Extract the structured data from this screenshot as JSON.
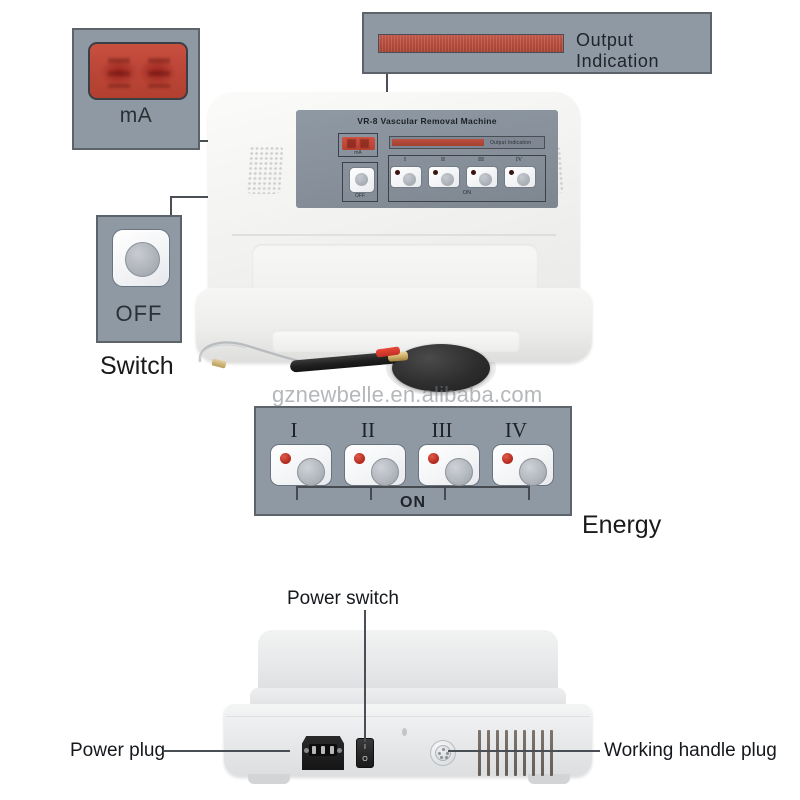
{
  "watermark": "gznewbelle.en.alibaba.com",
  "machine": {
    "panel_title": "VR-8 Vascular Removal Machine",
    "panel_ma_caption": "mA",
    "panel_output_caption": "Output Indication",
    "panel_off_caption": "OFF",
    "panel_on_caption": "ON",
    "energy_levels": [
      "I",
      "II",
      "III",
      "IV"
    ]
  },
  "callouts": {
    "ma": {
      "caption": "mA",
      "led_color": "#bc4638"
    },
    "output": {
      "label": "Output Indication",
      "bar_color": "#b24a3c"
    },
    "switch": {
      "button_caption": "OFF",
      "label": "Switch"
    },
    "energy": {
      "levels": [
        "I",
        "II",
        "III",
        "IV"
      ],
      "bus_caption": "ON",
      "label": "Energy"
    },
    "box_color": "#8e99a4",
    "border_color": "#5c636b"
  },
  "rear": {
    "power_switch_label": "Power switch",
    "power_plug_label": "Power plug",
    "handle_plug_label": "Working handle plug",
    "rocker_mark_on": "I",
    "rocker_mark_off": "O"
  }
}
